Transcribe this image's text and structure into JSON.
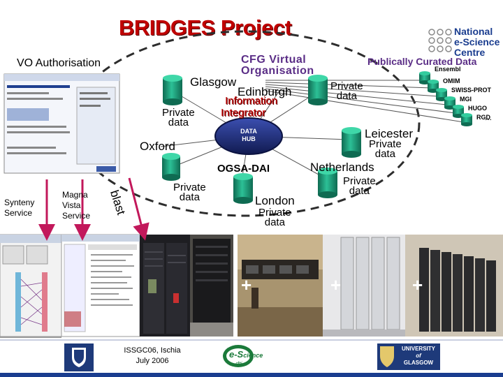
{
  "title": "BRIDGES Project",
  "vo_authorisation": "VO Authorisation",
  "cfg": {
    "line1": "CFG Virtual",
    "line2": "Organisation"
  },
  "nesc": {
    "line1": "National",
    "line2": "e-Science",
    "line3": "Centre"
  },
  "publically_curated": "Publically Curated Data",
  "curated_sources": [
    "Ensembl",
    "OMIM",
    "SWISS-PROT",
    "MGI",
    "HUGO",
    "RGD",
    "..."
  ],
  "sites": {
    "glasgow": "Glasgow",
    "edinburgh": "Edinburgh",
    "oxford": "Oxford",
    "leicester": "Leicester",
    "netherlands": "Netherlands",
    "london": "London"
  },
  "private_data": {
    "line1": "Private",
    "line2": "data"
  },
  "information_integrator": {
    "line1": "Information",
    "line2": "Integrator"
  },
  "data_hub": {
    "line1": "DATA",
    "line2": "HUB"
  },
  "ogsa_dai": "OGSA-DAI",
  "blast": "blast",
  "synteny": {
    "line1": "Synteny",
    "line2": "Service"
  },
  "magna": {
    "line1": "Magna",
    "line2": "Vista",
    "line3": "Service"
  },
  "plus_signs": [
    "+",
    "+",
    "+"
  ],
  "footer": {
    "line1": "ISSGC06, Ischia",
    "line2": "July 2006"
  },
  "escience_logo": {
    "prefix": "e-S",
    "suffix": "cience",
    "dti": "dti"
  },
  "glasgow_logo": {
    "line1": "UNIVERSITY",
    "line2": "of",
    "line3": "GLASGOW"
  },
  "colors": {
    "title": "#c00000",
    "teal": "#1f9a78",
    "cfg_purple": "#5a2d86",
    "magenta_arrow": "#c2185b",
    "hub_navy": "#1e2a6e",
    "nesc_blue": "#1a3d8f"
  }
}
